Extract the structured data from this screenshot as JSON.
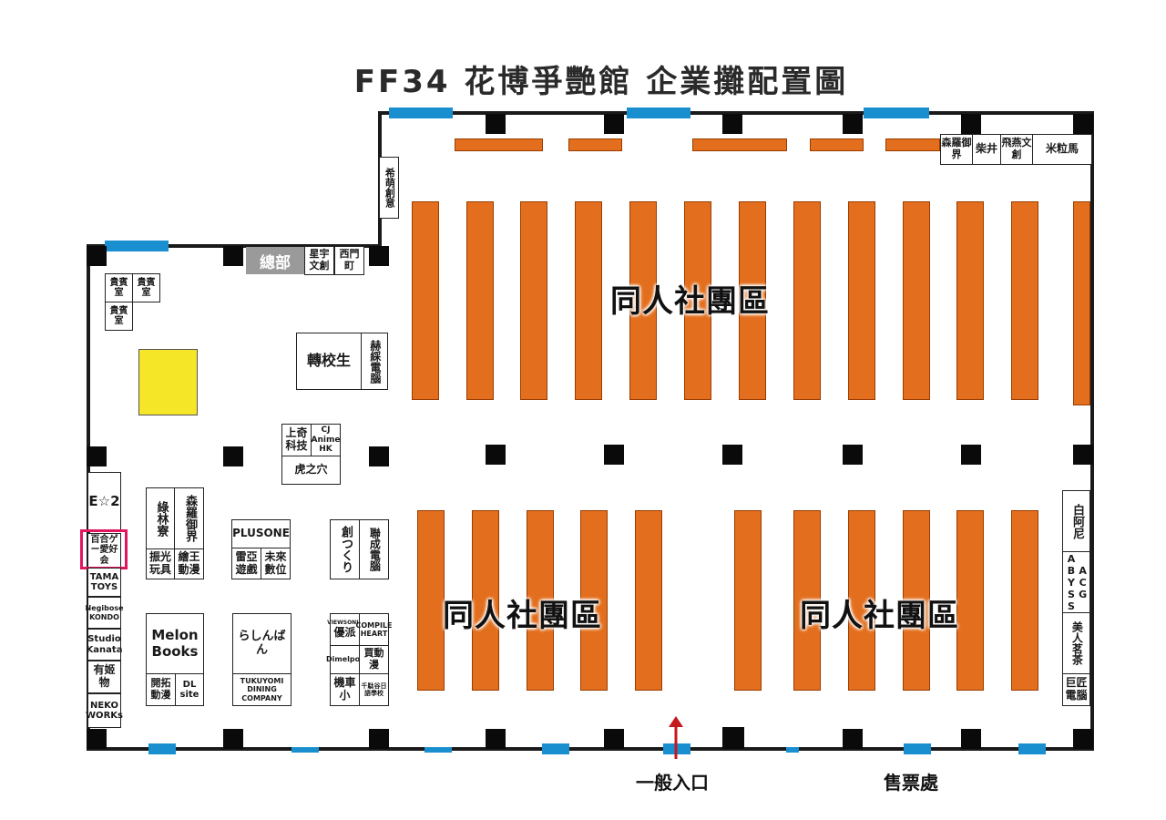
{
  "title": "FF34  花博爭艷館  企業攤配置圖",
  "zones": {
    "top": "同人社團區",
    "bottom_left": "同人社團區",
    "bottom_right": "同人社團區"
  },
  "hq": "總部",
  "vip": [
    "貴賓室",
    "貴賓室",
    "貴賓室"
  ],
  "booths": {
    "xishoumeng": "希萌創意",
    "xingyu": "星宇文創",
    "ximenting": "西門町",
    "senluo_top": "森羅御界",
    "chaijing": "柴井",
    "feiyan": "飛燕文創",
    "milima": "米粒馬",
    "zhuanxiaosheng": "轉校生",
    "hecai": "赫綵電腦",
    "shangqi": "上奇科技",
    "cjanime": "CJ Anime HK",
    "huzhixue": "虎之穴",
    "lulinliao": "綠林寮",
    "senluo": "森羅御界",
    "zhenguang": "振光玩具",
    "huiwang": "繪王動漫",
    "plusone": "PLUSONE",
    "leiya": "雷亞遊戲",
    "weilai": "未來數位",
    "tsukuri": "創つくり",
    "liancheng": "聯成電腦",
    "e2": "E☆2",
    "yuri": "百合ゲー愛好会",
    "tama": "TAMA TOYS",
    "negibose": "Negibose KONDO",
    "studio": "Studio Kanata",
    "youji": "有姬物",
    "neko": "NEKO WORKs",
    "melon": "Melon Books",
    "kaituo": "開拓動漫",
    "dlsite": "DL site",
    "rashin": "らしんばん",
    "tukuyomi": "TUKUYOMI DINING COMPANY",
    "viewsonic_l": "VIEWSONIC",
    "viewsonic_c": "優派",
    "compile": "COMPILE HEART",
    "dimelpot": "Dimelpot",
    "maidongman": "買動漫",
    "jichexiao": "機車小",
    "qianduogu": "千駄谷日語學校",
    "baiani": "白阿尼",
    "abyss": "ABYSS",
    "acg": "ACG",
    "meirencha": "美人茗茶",
    "jujiang": "巨匠電腦"
  },
  "entrance": "一般入口",
  "ticket": "售票處",
  "colors": {
    "booth_row": "#e36f1e",
    "door": "#1a8fd0",
    "highlight": "#e2155f",
    "hq": "#9a9a9a",
    "yellow": "#f5e728"
  }
}
